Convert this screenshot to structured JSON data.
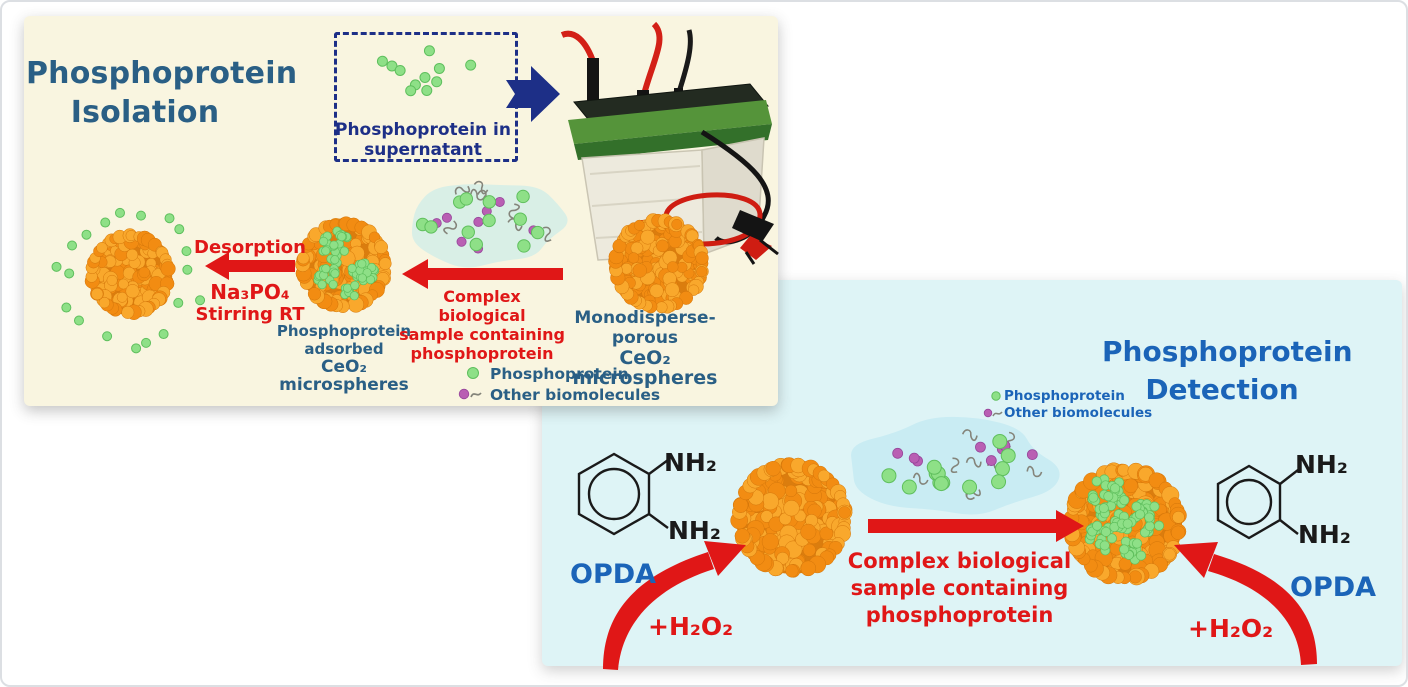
{
  "isolation": {
    "title": [
      "Phosphoprotein",
      "Isolation"
    ],
    "supernatant": [
      "Phosphoprotein in",
      "supernatant"
    ],
    "desorption": {
      "label": "Desorption",
      "reagent": "Na₃PO₄",
      "condition": "Stirring RT"
    },
    "complex_sample": [
      "Complex biological",
      "sample containing",
      "phosphoprotein"
    ],
    "adsorbed": [
      "Phosphoprotein",
      "adsorbed",
      "CeO₂ microspheres"
    ],
    "monodisperse": [
      "Monodisperse-porous",
      "CeO₂ microspheres"
    ],
    "legend": {
      "phospho": "Phosphoprotein",
      "other": "Other biomolecules"
    }
  },
  "detection": {
    "title": [
      "Phosphoprotein",
      "Detection"
    ],
    "legend": {
      "phospho": "Phosphoprotein",
      "other": "Other biomolecules"
    },
    "nh2": "NH₂",
    "opda": "OPDA",
    "h2o2": "+H₂O₂",
    "complex_sample": [
      "Complex biological",
      "sample containing",
      "phosphoprotein"
    ]
  },
  "colors": {
    "panel_isolation_bg": "#f9f5e0",
    "panel_detection_bg": "#def4f6",
    "isolation_text": "#2a5f85",
    "detection_text": "#1b64b8",
    "navy": "#1d2f87",
    "red": "#e01717",
    "orange": "#f28c12",
    "orange_light": "#f9a82c",
    "green": "#8ee087",
    "green_stroke": "#5fbf5d",
    "purple": "#b95fb3",
    "blob_isolation": "#d9efe6",
    "blob_detection": "#c9ecf3",
    "black_text": "#1a1a1a"
  }
}
